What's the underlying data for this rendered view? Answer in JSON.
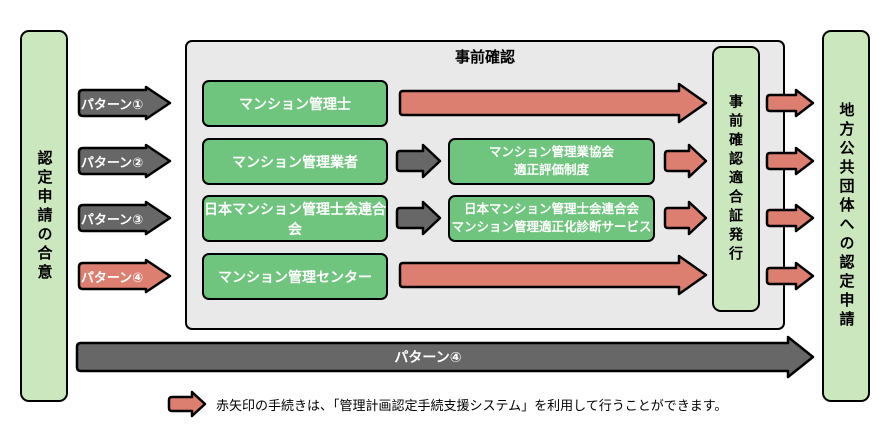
{
  "left_box": {
    "label": "認定申請の合意"
  },
  "right_box": {
    "label": "地方公共団体への認定申請"
  },
  "pre_check": {
    "title": "事前確認",
    "cert_label": "事前確認適合証発行"
  },
  "patterns": [
    {
      "label": "パターン①",
      "style": "gray"
    },
    {
      "label": "パターン②",
      "style": "gray"
    },
    {
      "label": "パターン③",
      "style": "gray"
    },
    {
      "label": "パターン④",
      "style": "red"
    }
  ],
  "rows": [
    {
      "entity": "マンション管理士"
    },
    {
      "entity": "マンション管理業者",
      "via_line1": "マンション管理業協会",
      "via_line2": "適正評価制度"
    },
    {
      "entity": "日本マンション管理士会連合会",
      "via_line1": "日本マンション管理士会連合会",
      "via_line2": "マンション管理適正化診断サービス"
    },
    {
      "entity": "マンション管理センター"
    }
  ],
  "bottom_arrow": {
    "label": "パターン④"
  },
  "legend": {
    "text": "赤矢印の手続きは、「管理計画認定手続支援システム」を利用して行うことができます。"
  },
  "colors": {
    "light_green": "#cbe7bd",
    "green": "#6fc47e",
    "gray": "#676767",
    "red": "#dd7f70",
    "container_bg": "#e9e9e9",
    "outline": "#000000"
  }
}
